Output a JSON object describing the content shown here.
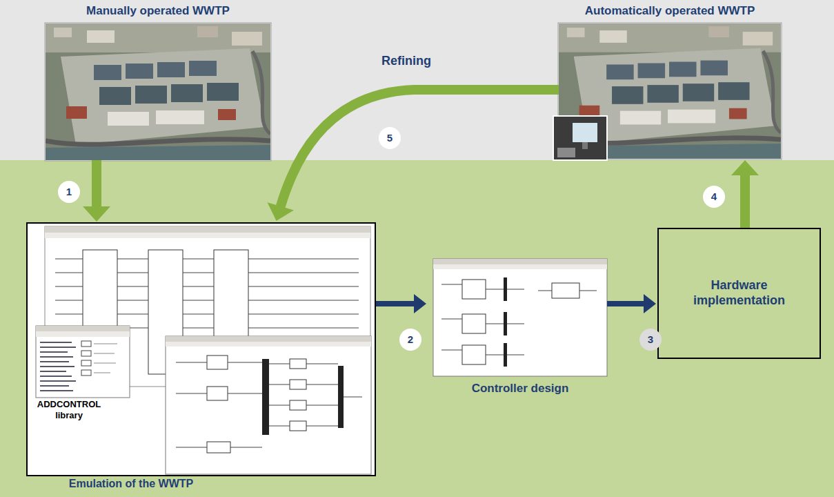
{
  "diagram": {
    "nodes": [
      {
        "text": [
          "Manually operated WWTP"
        ]
      },
      {
        "text": [
          "Automatically operated WWTP"
        ]
      },
      {
        "text": [
          "Emulation of the WWTP"
        ]
      },
      {
        "text": [
          "Controller design"
        ]
      },
      {
        "text": [
          "Hardware implementation"
        ]
      }
    ],
    "edges": [
      {
        "from": 0,
        "to": 2,
        "arrow": "to",
        "label": "1"
      },
      {
        "from": 2,
        "to": 3,
        "arrow": "to",
        "label": "2"
      },
      {
        "from": 3,
        "to": 4,
        "arrow": "to",
        "label": "3"
      },
      {
        "from": 4,
        "to": 1,
        "arrow": "to",
        "label": "4"
      },
      {
        "from": 1,
        "to": 2,
        "arrow": "to",
        "label": "5"
      }
    ],
    "labels": [
      "Refining",
      "ADDCONTROL library"
    ]
  }
}
